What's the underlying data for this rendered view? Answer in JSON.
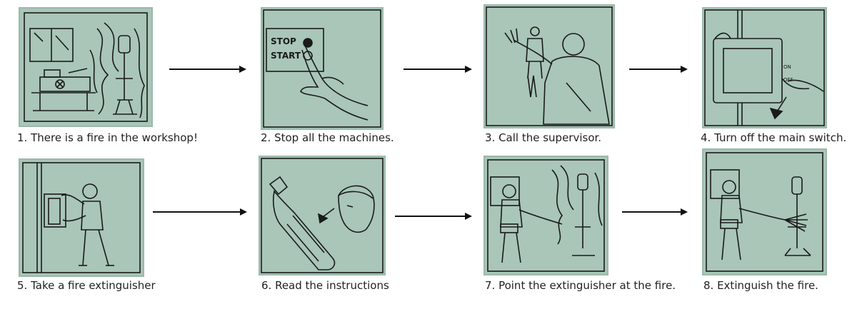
{
  "steps": [
    {
      "caption": "1. There is a fire in the workshop!",
      "icon": "fire-in-workshop-illustration"
    },
    {
      "caption": "2. Stop all the machines.",
      "icon": "stop-button-illustration"
    },
    {
      "caption": "3. Call the supervisor.",
      "icon": "call-supervisor-illustration"
    },
    {
      "caption": "4. Turn off the main switch.",
      "icon": "main-switch-illustration"
    },
    {
      "caption": "5. Take a fire extinguisher",
      "icon": "take-extinguisher-illustration"
    },
    {
      "caption": "6. Read the instructions",
      "icon": "read-instructions-illustration"
    },
    {
      "caption": "7. Point the extinguisher at the fire.",
      "icon": "point-extinguisher-illustration"
    },
    {
      "caption": "8. Extinguish the fire.",
      "icon": "extinguish-fire-illustration"
    }
  ],
  "labels": {
    "stop": "STOP",
    "start": "START",
    "on": "ON",
    "off": "OFF"
  },
  "colors": {
    "panel": "#a9c6b8",
    "ink": "#1a1a1a",
    "arrow": "#111111"
  }
}
